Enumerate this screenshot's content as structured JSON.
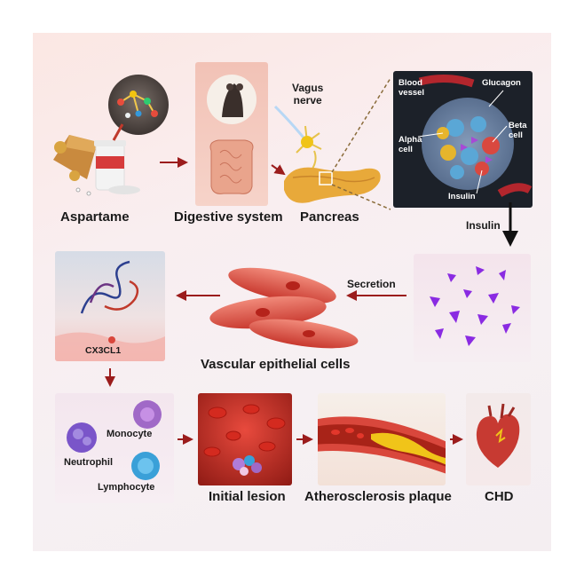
{
  "labels": {
    "aspartame": "Aspartame",
    "digestive_system": "Digestive system",
    "vagus_nerve": "Vagus\nnerve",
    "pancreas": "Pancreas",
    "blood_vessel": "Blood\nvessel",
    "glucagon": "Glucagon",
    "beta_cell": "Beta\ncell",
    "alpha_cell": "Alpha\ncell",
    "insulin_inset": "Insulin",
    "insulin": "Insulin",
    "secretion": "Secretion",
    "cx3cl1": "CX3CL1",
    "vascular_epithelial_cells": "Vascular epithelial cells",
    "monocyte": "Monocyte",
    "neutrophil": "Neutrophil",
    "lymphocyte": "Lymphocyte",
    "initial_lesion": "Initial lesion",
    "atherosclerosis_plaque": "Atherosclerosis plaque",
    "chd": "CHD"
  },
  "colors": {
    "arrow_red": "#9b1c1c",
    "insulin_purple": "#8a2be2",
    "cell_red": "#d9473c",
    "plaque_yellow": "#f0c419"
  }
}
